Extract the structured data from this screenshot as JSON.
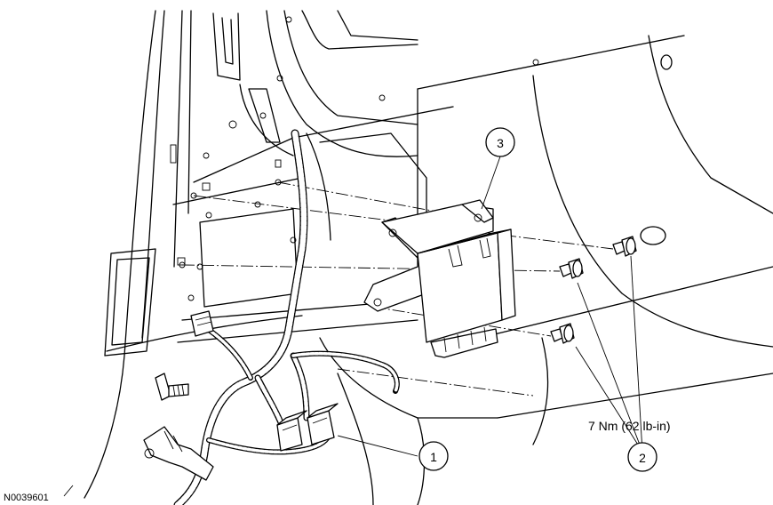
{
  "callouts": [
    {
      "id": "1",
      "label": "1"
    },
    {
      "id": "2",
      "label": "2"
    },
    {
      "id": "3",
      "label": "3"
    }
  ],
  "torque_spec": "7 Nm (62 lb-in)",
  "figure_ref": "N0039601"
}
